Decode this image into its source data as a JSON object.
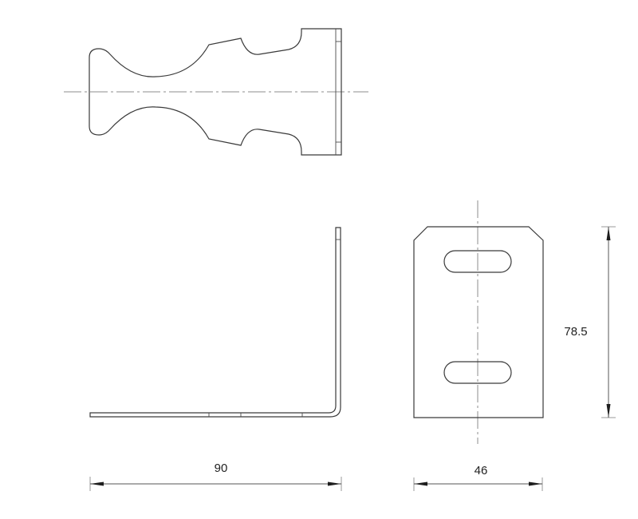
{
  "drawing": {
    "type": "technical-drawing",
    "subject": "L-bracket with shaped top flange and slotted vertical plate",
    "views": [
      {
        "name": "top-view",
        "description": "Plan view with concave arc cutouts and center line"
      },
      {
        "name": "side-view",
        "description": "L-shaped profile with bend radius"
      },
      {
        "name": "front-view",
        "description": "Vertical plate with chamfered top corners and two slots"
      }
    ],
    "dimensions": {
      "length": {
        "value": "90",
        "view": "side-view",
        "orientation": "horizontal"
      },
      "width": {
        "value": "46",
        "view": "front-view",
        "orientation": "horizontal"
      },
      "height": {
        "value": "78.5",
        "view": "front-view",
        "orientation": "vertical"
      }
    },
    "colors": {
      "outline": "#3a3a3a",
      "centerline": "#8c8c8c",
      "dimension": "#555555",
      "background": "#ffffff"
    }
  }
}
